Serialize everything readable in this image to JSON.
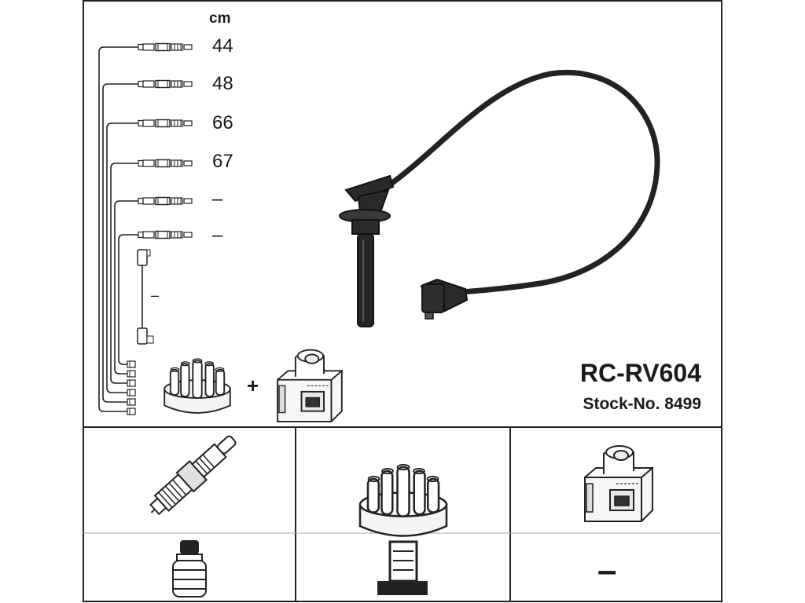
{
  "product": {
    "code": "RC-RV604",
    "stock": "Stock-No. 8499"
  },
  "lead_table": {
    "unit": "cm",
    "lengths": [
      "44",
      "48",
      "66",
      "67",
      "–",
      "–"
    ],
    "coil_lead": "–"
  },
  "kit": {
    "plus": "+"
  },
  "related": {
    "cables_kit": "–"
  }
}
